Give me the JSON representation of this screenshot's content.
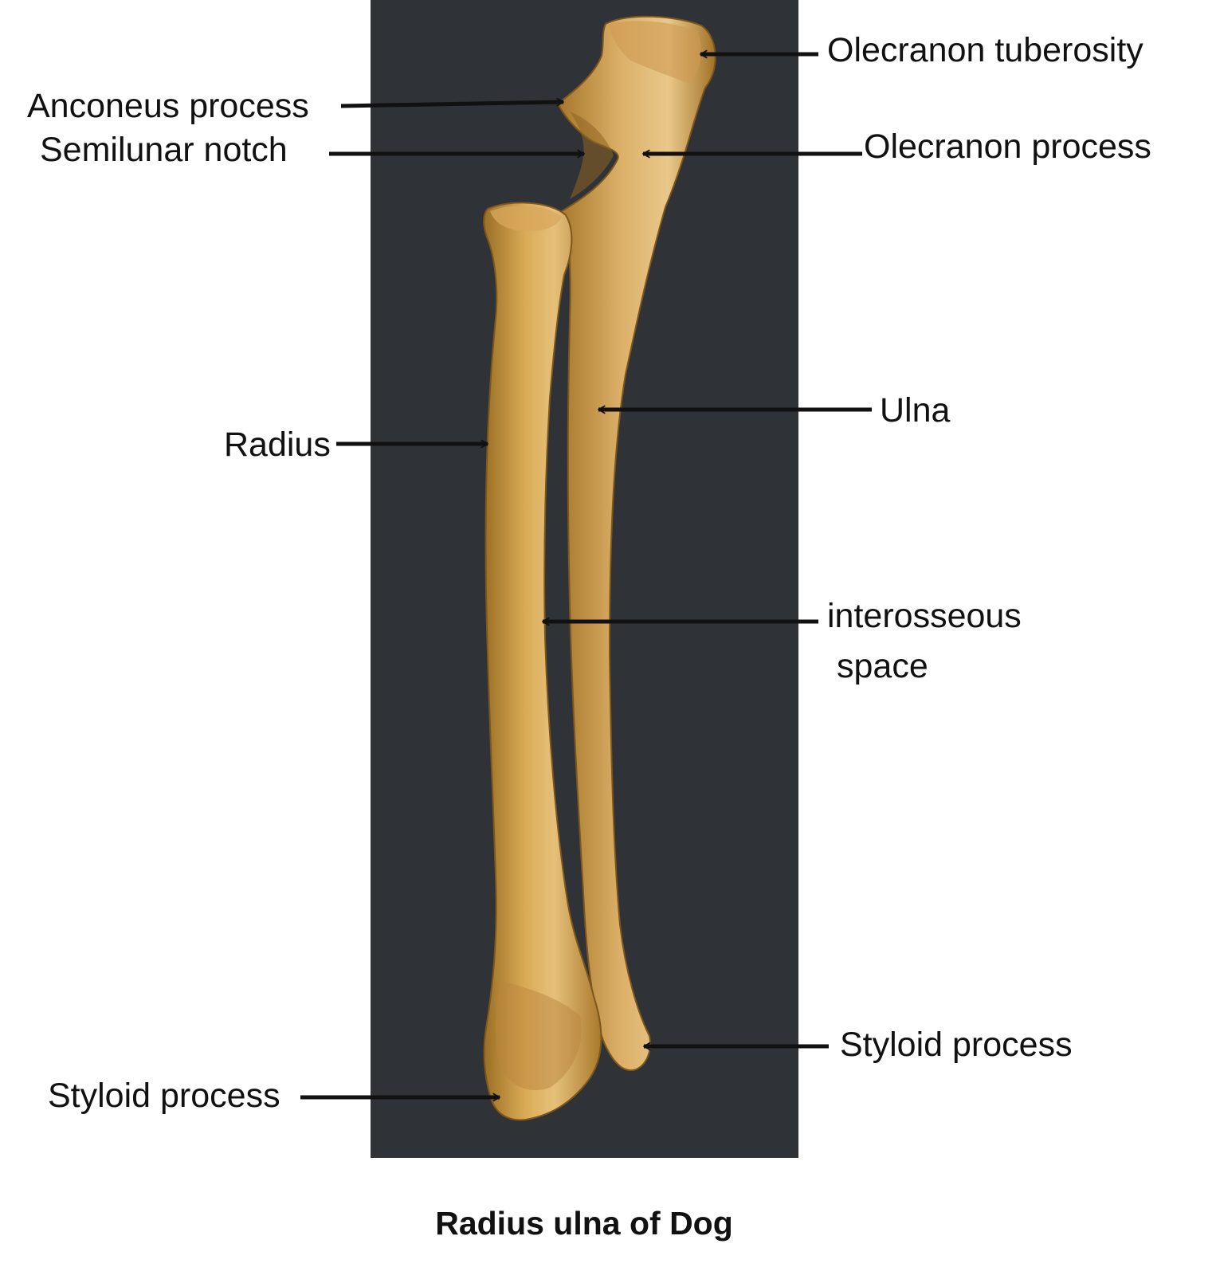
{
  "caption": "Radius ulna of Dog",
  "labels": {
    "olecranon_tuberosity": "Olecranon tuberosity",
    "anconeus_process": "Anconeus process",
    "semilunar_notch": "Semilunar notch",
    "olecranon_process": "Olecranon process",
    "ulna": "Ulna",
    "radius": "Radius",
    "interosseous_line1": "interosseous",
    "interosseous_line2": "space",
    "styloid_ulna": "Styloid process",
    "styloid_radius": "Styloid process"
  },
  "colors": {
    "panel_background": "#2f3236",
    "bone": "#c99a3e",
    "bone_highlight": "#e6c07a",
    "bone_shadow": "#9a6e24",
    "arrow": "#111111"
  }
}
